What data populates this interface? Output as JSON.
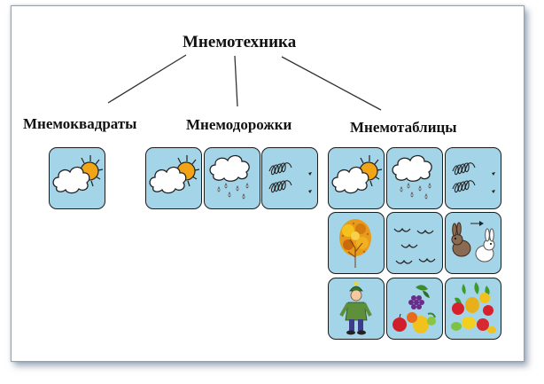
{
  "title": "Мнемотехника",
  "branches": [
    {
      "label": "Мнемоквадраты",
      "tiles": [
        "sun-cloud-icon"
      ]
    },
    {
      "label": "Мнемодорожки",
      "tiles": [
        "sun-cloud-icon",
        "rain-cloud-icon",
        "wind-icon"
      ]
    },
    {
      "label": "Мнемотаблицы",
      "tiles": [
        "sun-cloud-icon",
        "rain-cloud-icon",
        "wind-icon",
        "autumn-tree-icon",
        "birds-icon",
        "hares-icon",
        "child-icon",
        "fruit-icon",
        "vegetables-icon"
      ]
    }
  ],
  "colors": {
    "tile_fill": "#a3d4e8",
    "tile_border": "#1b1b1b",
    "sun": "#f2a417",
    "line": "#333333"
  }
}
